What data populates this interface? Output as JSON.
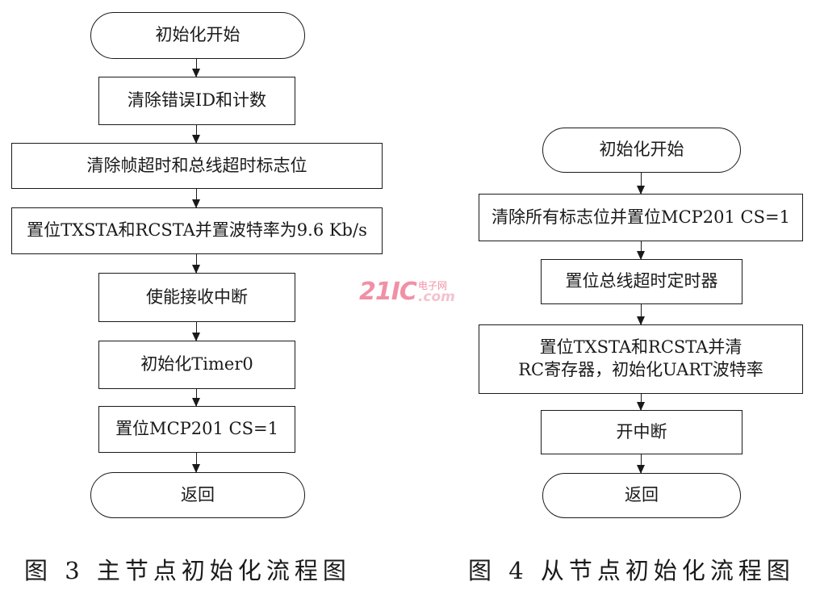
{
  "left_flowchart": {
    "start": "初始化开始",
    "step1": "清除错误ID和计数",
    "step2": "清除帧超时和总线超时标志位",
    "step3": "置位TXSTA和RCSTA并置波特率为9.6 Kb/s",
    "step4": "使能接收中断",
    "step5": "初始化Timer0",
    "step6": "置位MCP201 CS=1",
    "end": "返回",
    "caption": "图 3   主节点初始化流程图"
  },
  "right_flowchart": {
    "start": "初始化开始",
    "step1": "清除所有标志位并置位MCP201 CS=1",
    "step2": "置位总线超时定时器",
    "step3_line1": "置位TXSTA和RCSTA并清",
    "step3_line2": "RC寄存器，初始化UART波特率",
    "step4": "开中断",
    "end": "返回",
    "caption": "图 4   从节点初始化流程图"
  },
  "watermark": {
    "logo": "21IC",
    "cn": "电子网",
    "com": ".com"
  }
}
